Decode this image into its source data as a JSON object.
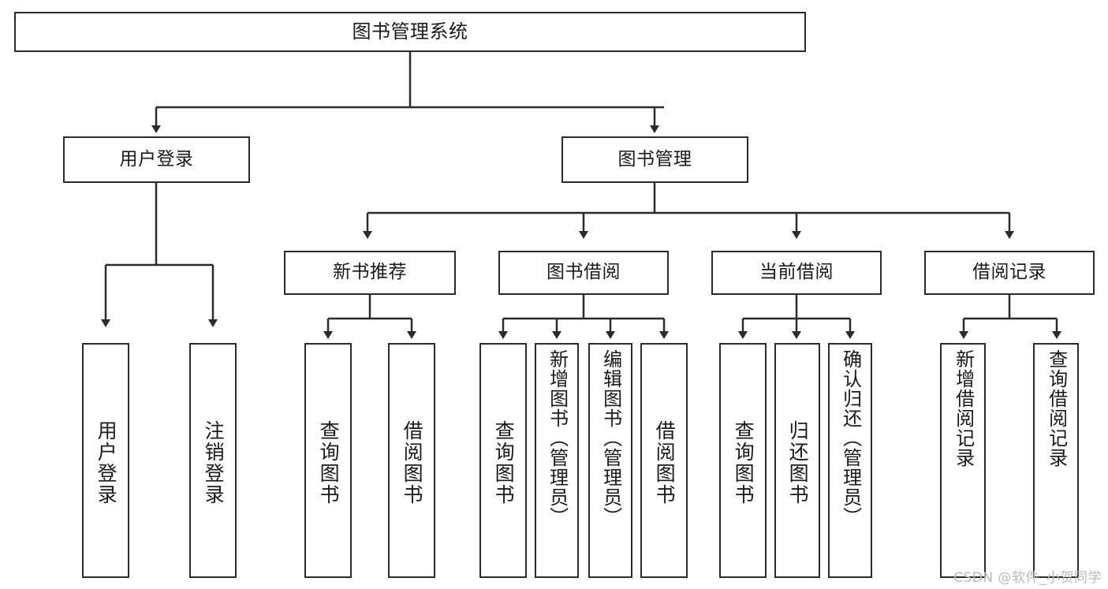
{
  "diagram": {
    "title": "图书管理系统",
    "type": "hierarchy-tree",
    "root": {
      "id": "root",
      "label": "图书管理系统"
    },
    "level1": [
      {
        "id": "user-login",
        "label": "用户登录"
      },
      {
        "id": "book-manage",
        "label": "图书管理"
      }
    ],
    "level2": [
      {
        "id": "new-book-rec",
        "label": "新书推荐",
        "parent": "book-manage"
      },
      {
        "id": "book-borrow",
        "label": "图书借阅",
        "parent": "book-manage"
      },
      {
        "id": "current-borrow",
        "label": "当前借阅",
        "parent": "book-manage"
      },
      {
        "id": "borrow-record",
        "label": "借阅记录",
        "parent": "book-manage"
      }
    ],
    "leaves": [
      {
        "id": "leaf-user-login",
        "label": "用户登录",
        "parent": "user-login"
      },
      {
        "id": "leaf-logout",
        "label": "注销登录",
        "parent": "user-login"
      },
      {
        "id": "leaf-query-book-1",
        "label": "查询图书",
        "parent": "new-book-rec"
      },
      {
        "id": "leaf-borrow-book-1",
        "label": "借阅图书",
        "parent": "new-book-rec"
      },
      {
        "id": "leaf-query-book-2",
        "label": "查询图书",
        "parent": "book-borrow"
      },
      {
        "id": "leaf-add-book",
        "label": "新增图书（管理员）",
        "parent": "book-borrow"
      },
      {
        "id": "leaf-edit-book",
        "label": "编辑图书（管理员）",
        "parent": "book-borrow"
      },
      {
        "id": "leaf-borrow-book-2",
        "label": "借阅图书",
        "parent": "book-borrow"
      },
      {
        "id": "leaf-query-book-3",
        "label": "查询图书",
        "parent": "current-borrow"
      },
      {
        "id": "leaf-return-book",
        "label": "归还图书",
        "parent": "current-borrow"
      },
      {
        "id": "leaf-confirm-return",
        "label": "确认归还（管理员）",
        "parent": "current-borrow"
      },
      {
        "id": "leaf-add-record",
        "label": "新增借阅记录",
        "parent": "borrow-record"
      },
      {
        "id": "leaf-query-record",
        "label": "查询借阅记录",
        "parent": "borrow-record"
      }
    ],
    "colors": {
      "stroke": "#2b2b2b",
      "fill": "#ffffff",
      "text": "#1a1a1a",
      "watermark": "#b9b9b9"
    }
  },
  "watermark": {
    "text": "CSDN @软件_小贺同学"
  }
}
